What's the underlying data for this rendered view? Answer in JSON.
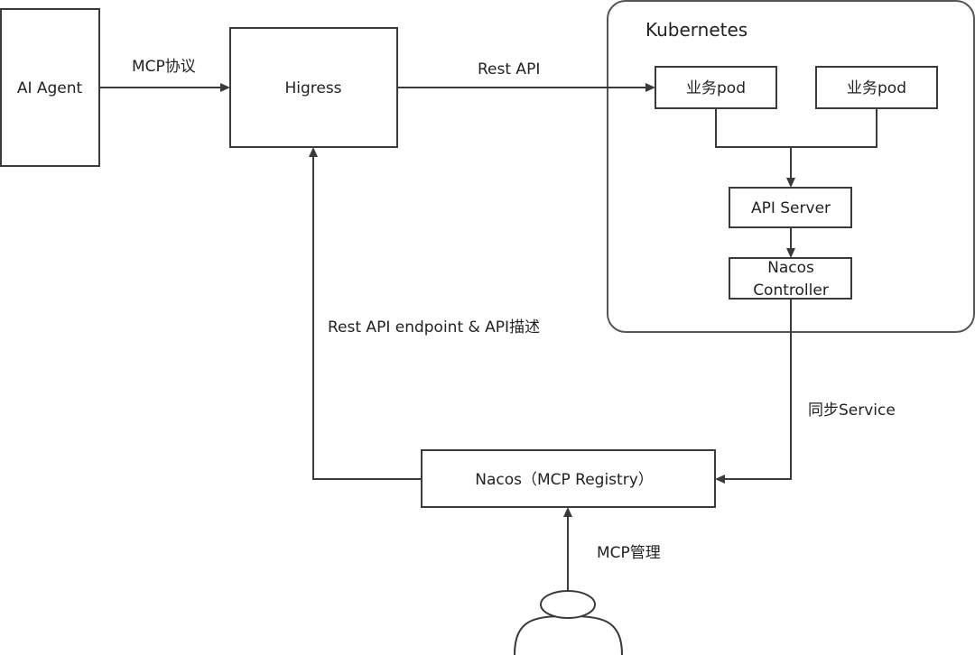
{
  "cluster": {
    "label": "Kubernetes"
  },
  "nodes": {
    "ai_agent": "AI Agent",
    "higress": "Higress",
    "pod_1": "业务pod",
    "pod_2": "业务pod",
    "api_server": "API Server",
    "nacos_controller_line1": "Nacos",
    "nacos_controller_line2": "Controller",
    "nacos_registry": "Nacos（MCP Registry）"
  },
  "edges": {
    "agent_to_higress": "MCP协议",
    "higress_to_pod": "Rest API",
    "registry_to_higress": "Rest API endpoint & API描述",
    "controller_to_registry": "同步Service",
    "user_to_registry": "MCP管理"
  },
  "actor": {
    "icon": "user-icon"
  }
}
